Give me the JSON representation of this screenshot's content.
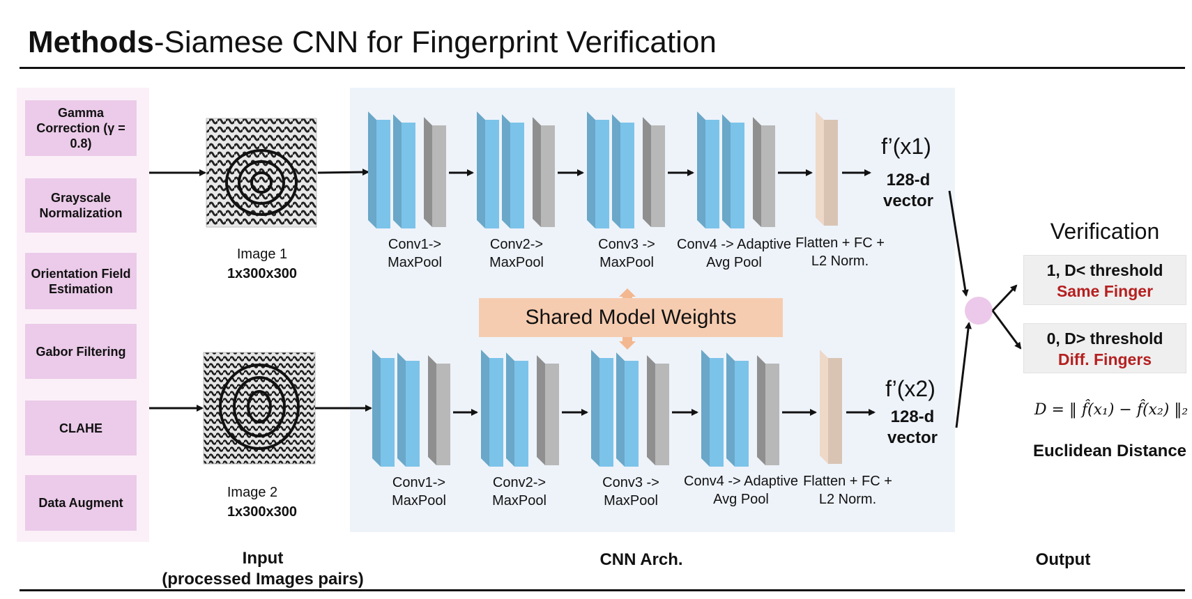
{
  "title": {
    "bold": "Methods",
    "rest": "-Siamese CNN for Fingerprint Verification"
  },
  "preprocessing": [
    "Gamma Correction (γ = 0.8)",
    "Grayscale Normalization",
    "Orientation Field Estimation",
    "Gabor Filtering",
    "CLAHE",
    "Data Augment"
  ],
  "images": [
    {
      "name": "Image 1",
      "size": "1x300x300"
    },
    {
      "name": "Image 2",
      "size": "1x300x300"
    }
  ],
  "stages": {
    "conv1": "Conv1-> MaxPool",
    "conv2": "Conv2-> MaxPool",
    "conv3": "Conv3 -> MaxPool",
    "conv4": "Conv4 -> Adaptive Avg Pool",
    "fc": "Flatten + FC + L2 Norm."
  },
  "outputs": [
    {
      "label": "f’(x1)",
      "vec": "128-d vector"
    },
    {
      "label": "f’(x2)",
      "vec": "128-d vector"
    }
  ],
  "shared": "Shared Model Weights",
  "verification": {
    "title": "Verification",
    "same_line": "1, D< threshold",
    "same_label": "Same Finger",
    "diff_line": "0, D> threshold",
    "diff_label": "Diff. Fingers",
    "formula": "D = ‖ f̂(x₁) − f̂(x₂) ‖₂",
    "formula_caption": "Euclidean Distance"
  },
  "sections": {
    "input": "Input",
    "input_sub": "(processed Images pairs)",
    "cnn": "CNN Arch.",
    "output": "Output"
  },
  "colors": {
    "conv": "#7cc3ea",
    "pool": "#b8b8b8",
    "fc": "#eed8c8",
    "accent_red": "#b52020"
  }
}
